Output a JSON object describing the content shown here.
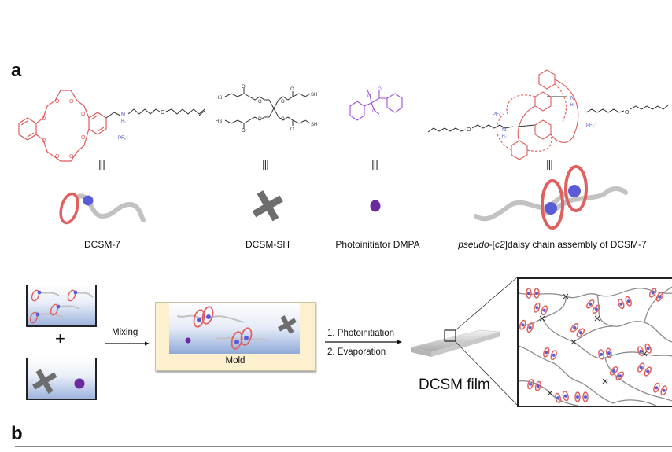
{
  "panels": {
    "a": {
      "label": "a"
    },
    "b": {
      "label": "b"
    }
  },
  "molecules": [
    {
      "id": "dcsm7",
      "caption": "DCSM-7",
      "counterion": "PF6-",
      "ammonium": "NH2+",
      "equiv_symbol": "|||"
    },
    {
      "id": "dcsmsh",
      "caption": "DCSM-SH",
      "equiv_symbol": "|||",
      "end_group": "SH"
    },
    {
      "id": "dmpa",
      "caption": "Photoinitiator DMPA",
      "equiv_symbol": "|||"
    },
    {
      "id": "daisy",
      "caption_italic": "pseudo",
      "caption_mid": "-[",
      "caption_italic2": "c2",
      "caption_rest": "]daisy chain assembly of DCSM-7",
      "counterion": "PF6-",
      "ammonium": "NH2+",
      "equiv_symbol": "|||"
    }
  ],
  "process": {
    "plus": "+",
    "mixing_label": "Mixing",
    "mold_label": "Mold",
    "step1": "1. Photoinitiation",
    "step2": "2. Evaporation",
    "film_label": "DCSM film"
  },
  "colors": {
    "crown_ether": "#e05a5a",
    "ring": "#e06060",
    "ammonium": "#5b5bd8",
    "dmpa": "#9b4fd8",
    "dot_purple": "#6a2a9e",
    "cross": "#6d6d6d",
    "axle": "#c2c2c2",
    "mold": "#fdf0cf"
  }
}
